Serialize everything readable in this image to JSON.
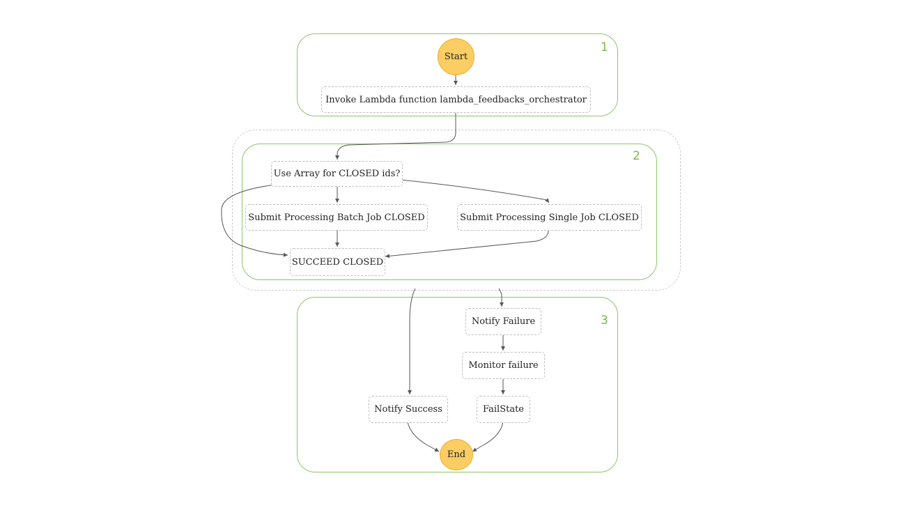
{
  "groups": [
    {
      "id": "g1",
      "label": "1"
    },
    {
      "id": "g2",
      "label": "2"
    },
    {
      "id": "g3",
      "label": "3"
    }
  ],
  "terminals": {
    "start": "Start",
    "end": "End"
  },
  "states": {
    "invoke_lambda": "Invoke Lambda function lambda_feedbacks_orchestrator",
    "use_array": "Use Array for CLOSED ids?",
    "submit_batch": "Submit Processing Batch Job CLOSED",
    "submit_single": "Submit Processing Single Job CLOSED",
    "succeed_closed": "SUCCEED CLOSED",
    "notify_failure": "Notify Failure",
    "monitor_failure": "Monitor failure",
    "notify_success": "Notify Success",
    "fail_state": "FailState"
  },
  "colors": {
    "group_border": "#8cc56a",
    "group_label": "#7ab648",
    "terminal_fill": "#fbcd62",
    "edge": "#555555"
  }
}
